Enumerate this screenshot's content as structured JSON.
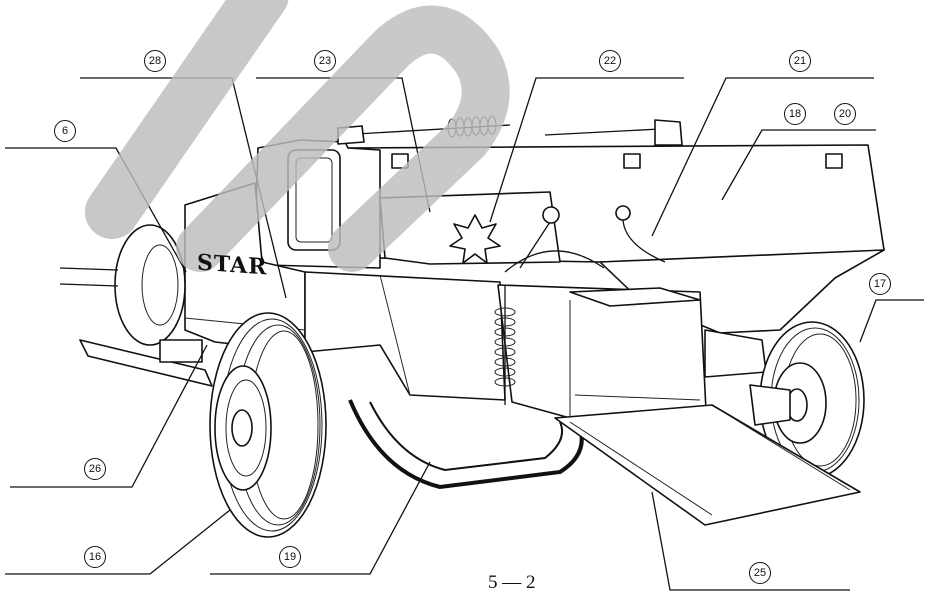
{
  "callouts": [
    {
      "label": "28"
    },
    {
      "label": "23"
    },
    {
      "label": "22"
    },
    {
      "label": "21"
    },
    {
      "label": "6"
    },
    {
      "label": "18"
    },
    {
      "label": "20"
    },
    {
      "label": "17"
    },
    {
      "label": "26"
    },
    {
      "label": "16"
    },
    {
      "label": "19"
    },
    {
      "label": "25"
    }
  ],
  "machine": {
    "brand": "STAR"
  },
  "page_number": "5 — 2",
  "colors": {
    "line": "#111111",
    "watermark": "#bdbdbd",
    "background": "#ffffff"
  }
}
